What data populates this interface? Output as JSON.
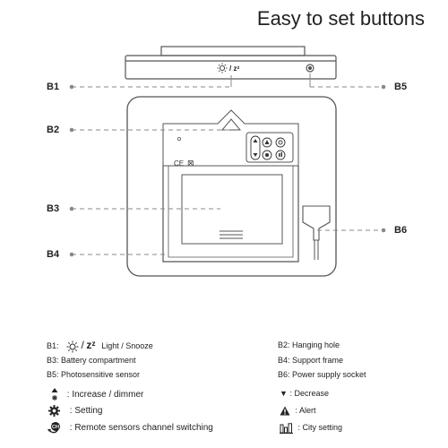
{
  "title": "Easy to set buttons",
  "top_label": "/ zᶻ",
  "callouts": {
    "b1": "B1",
    "b2": "B2",
    "b3": "B3",
    "b4": "B4",
    "b5": "B5",
    "b6": "B6"
  },
  "device_marks": {
    "ce": "CE",
    "weee": "⊠"
  },
  "legend": {
    "b1_prefix": "B1:",
    "b1_snooze_glyph": "zᶻ",
    "b1_text": "Light / Snooze",
    "b1_slash": "/",
    "b2": "B2: Hanging hole",
    "b3": "B3: Battery compartment",
    "b4": "B4: Support frame",
    "b5": "B5: Photosensitive sensor",
    "b6": "B6: Power supply socket",
    "increase": ":  Increase / dimmer",
    "decrease": ": Decrease",
    "setting": ":  Setting",
    "alert": ":   Alert",
    "channel": ":  Remote sensors channel switching",
    "city": ": City setting"
  },
  "icons": [
    "sun-icon",
    "snooze-icon",
    "up-down-arrow-icon",
    "down-triangle-icon",
    "gear-icon",
    "alert-icon",
    "channel-switch-icon",
    "city-icon"
  ],
  "colors": {
    "line": "#555555",
    "dashed": "#888888",
    "text": "#222222"
  }
}
